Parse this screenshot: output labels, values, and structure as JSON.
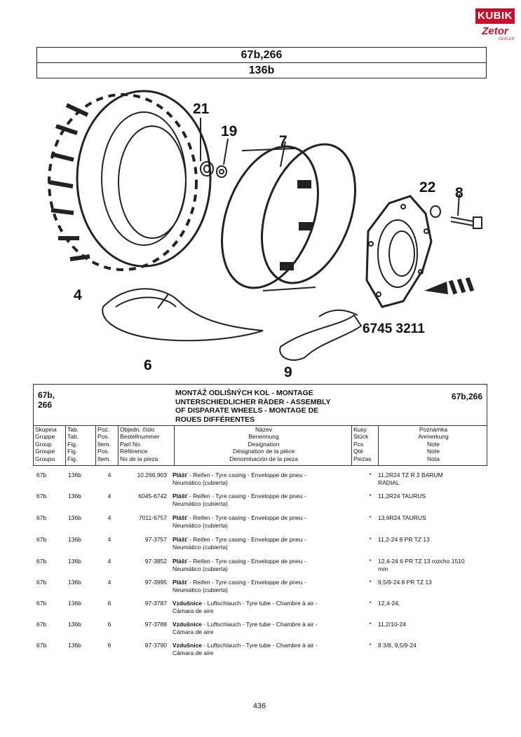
{
  "logo": {
    "brand": "KUBIK",
    "sub": "Zetor",
    "tag": "DEALER"
  },
  "header": {
    "line1": "67b,266",
    "line2": "136b"
  },
  "diagram": {
    "callouts": {
      "c21": "21",
      "c19": "19",
      "c7": "7",
      "c22": "22",
      "c8": "8",
      "c4": "4",
      "c6": "6",
      "c9": "9"
    },
    "reference": "6745 3211"
  },
  "group": {
    "code_line1": "67b,",
    "code_line2": "266",
    "code_right": "67b,266",
    "title": [
      "MONTÁŽ ODLIŠNÝCH KOL - MONTAGE",
      "UNTERSCHIEDLICHER RÄDER - ASSEMBLY",
      "OF DISPARATE WHEELS - MONTAGE DE",
      "ROUES DIFFÉRENTES"
    ]
  },
  "columns": {
    "skupina": [
      "Skupina",
      "Gruppe",
      "Group",
      "Groupe",
      "Groupo"
    ],
    "tab": [
      "Tab.",
      "Tab.",
      "Fig.",
      "Fig.",
      "Fig."
    ],
    "poz": [
      "Poz.",
      "Pos.",
      "Item.",
      "Pos.",
      "Item."
    ],
    "cislo": [
      "Objedn. číslo",
      "Bestellnummer",
      "Part No.",
      "Référence",
      "No de la pieza"
    ],
    "nazev": [
      "Název",
      "Benennung",
      "Designation",
      "Désignation de la pièce",
      "Denominación de la pieza"
    ],
    "kusy": [
      "Kusy",
      "Stück",
      "Pcs",
      "Qté",
      "Piezas"
    ],
    "poznamka": [
      "Poznámka",
      "Anmerkung",
      "Note",
      "Note",
      "Nota"
    ]
  },
  "rows": [
    {
      "grp": "67b",
      "tab": "136b",
      "pos": "4",
      "part": "10.266.903",
      "name_bold": "Plášť",
      "name_rest": " - Reifen - Tyre casing - Enveloppe de pneu -",
      "name_line2": "Neumático (cubierta)",
      "qty": "*",
      "note": "11,2R24 TZ R 2 BARUM",
      "note_line2": "RADIAL"
    },
    {
      "grp": "67b",
      "tab": "136b",
      "pos": "4",
      "part": "6045-6742",
      "name_bold": "Plášť",
      "name_rest": " - Reifen - Tyre casing - Enveloppe de pneu -",
      "name_line2": "Neumático (cubierta)",
      "qty": "*",
      "note": "11,2R24 TAURUS",
      "note_line2": ""
    },
    {
      "grp": "67b",
      "tab": "136b",
      "pos": "4",
      "part": "7011-6757",
      "name_bold": "Plášť",
      "name_rest": " - Reifen - Tyre casing - Enveloppe de pneu -",
      "name_line2": "Neumático (cubierta)",
      "qty": "*",
      "note": "13,6R24 TAURUS",
      "note_line2": ""
    },
    {
      "grp": "67b",
      "tab": "136b",
      "pos": "4",
      "part": "97-3757",
      "name_bold": "Plášť",
      "name_rest": " - Reifen - Tyre casing - Enveloppe de pneu -",
      "name_line2": "Neumático (cubierta)",
      "qty": "*",
      "note": "11,2-24 8 PR TZ 13",
      "note_line2": ""
    },
    {
      "grp": "67b",
      "tab": "136b",
      "pos": "4",
      "part": "97-3852",
      "name_bold": "Plášť",
      "name_rest": " - Reifen - Tyre casing - Enveloppe de pneu -",
      "name_line2": "Neumático (cubierta)",
      "qty": "*",
      "note": "12,4-24 6 PR TZ 13 rozcho 1510",
      "note_line2": "mm"
    },
    {
      "grp": "67b",
      "tab": "136b",
      "pos": "4",
      "part": "97-3995",
      "name_bold": "Plášť",
      "name_rest": " - Reifen - Tyre casing - Enveloppe de pneu -",
      "name_line2": "Neumático (cubierta)",
      "qty": "*",
      "note": "9,5/9-24 8 PR TZ 13",
      "note_line2": ""
    },
    {
      "grp": "67b",
      "tab": "136b",
      "pos": "6",
      "part": "97-3787",
      "name_bold": "Vzdušnice",
      "name_rest": " - Luftschlauch - Tyre tube - Chambre à air -",
      "name_line2": "Cámara de aire",
      "qty": "*",
      "note": "12,4-24,",
      "note_line2": ""
    },
    {
      "grp": "67b",
      "tab": "136b",
      "pos": "6",
      "part": "97-3788",
      "name_bold": "Vzdušnice",
      "name_rest": " - Luftschlauch - Tyre tube - Chambre à air -",
      "name_line2": "Cámara de aire",
      "qty": "*",
      "note": "11,2/10-24",
      "note_line2": ""
    },
    {
      "grp": "67b",
      "tab": "136b",
      "pos": "6",
      "part": "97-3790",
      "name_bold": "Vzdušnice",
      "name_rest": " - Luftschlauch - Tyre tube - Chambre à air -",
      "name_line2": "Cámara de aire",
      "qty": "*",
      "note": "8 3/8, 9,5/9-24",
      "note_line2": ""
    }
  ],
  "page_number": "436"
}
